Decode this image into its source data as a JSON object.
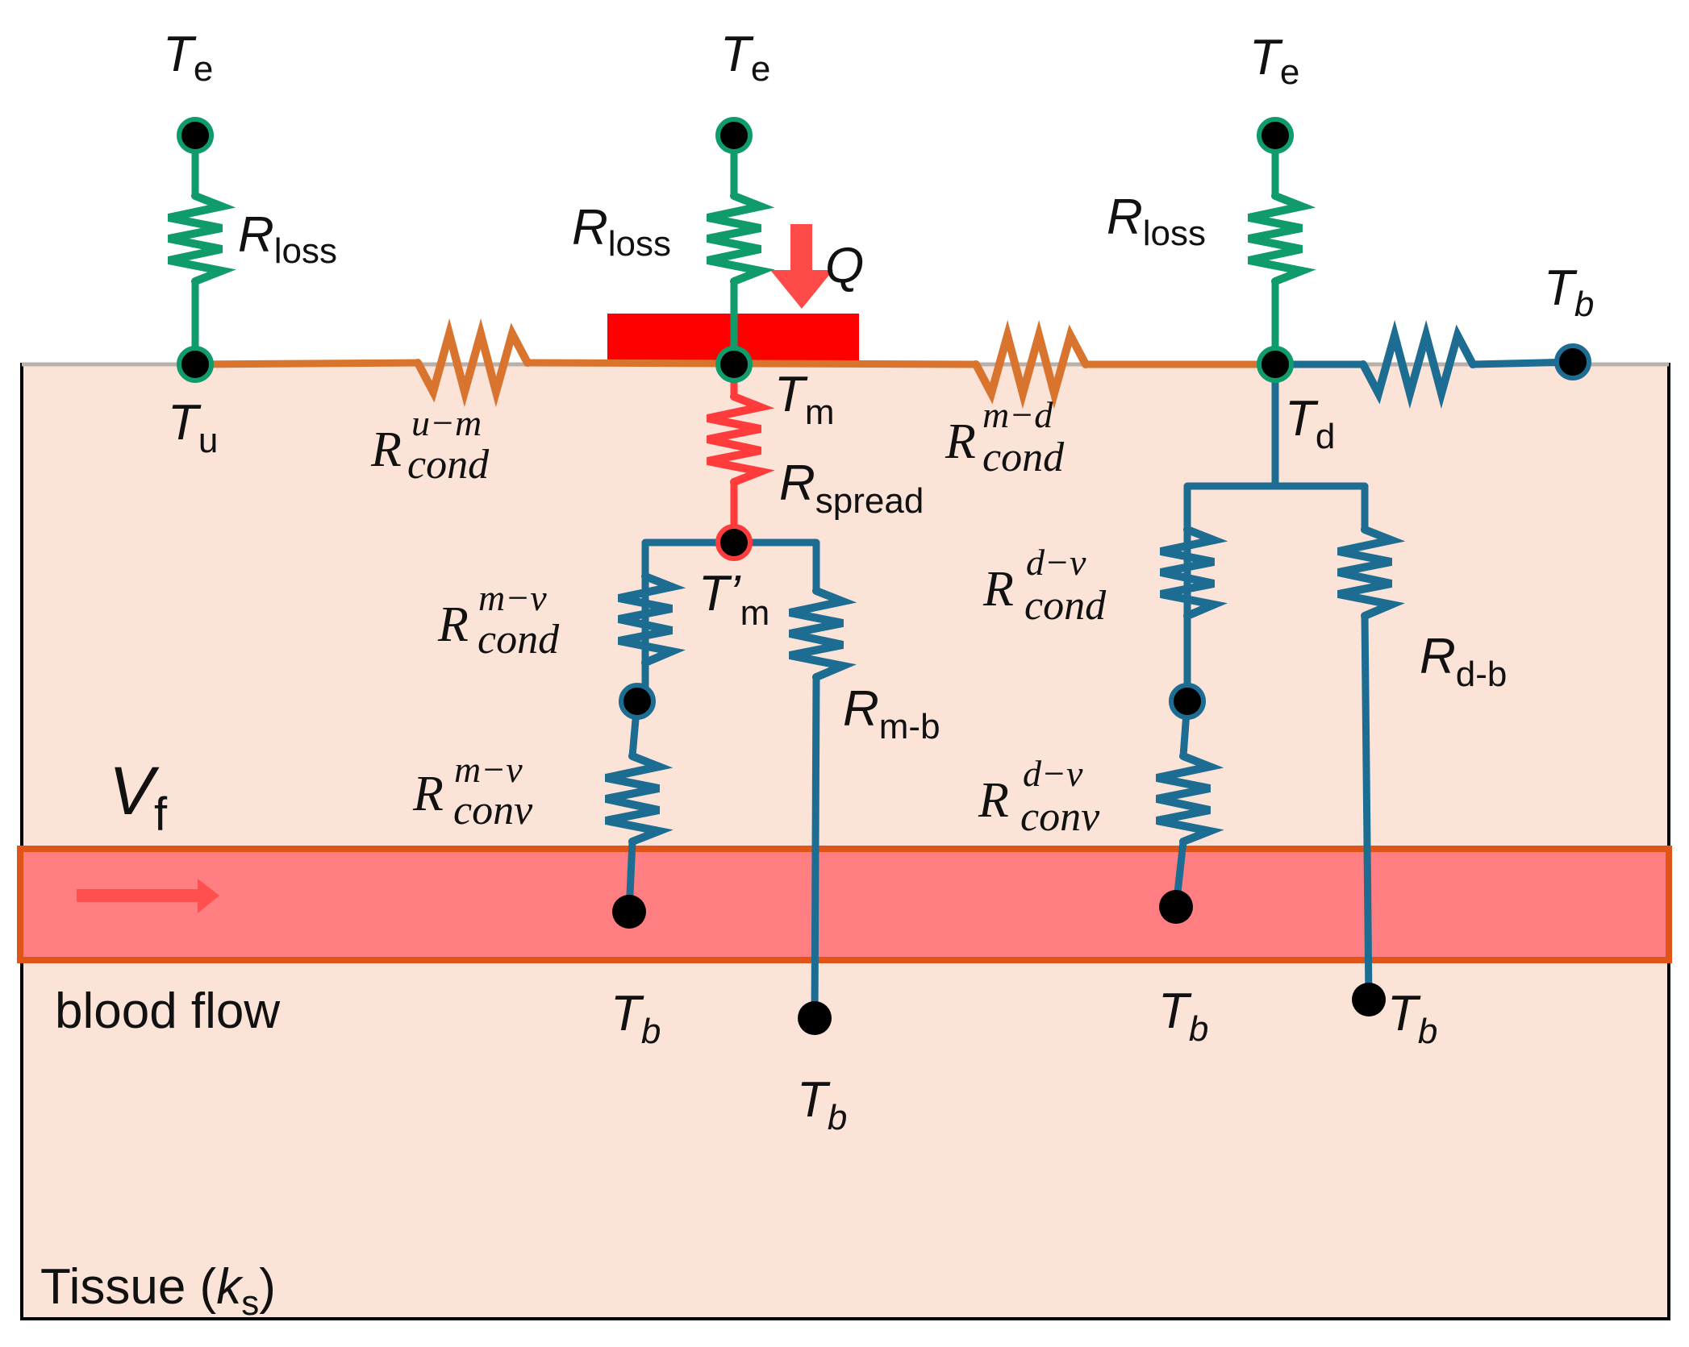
{
  "labels": {
    "te_left": {
      "main": "T",
      "sub": "e"
    },
    "te_mid": {
      "main": "T",
      "sub": "e"
    },
    "te_right": {
      "main": "T",
      "sub": "e"
    },
    "rloss_left": {
      "main": "R",
      "sub": "loss"
    },
    "rloss_mid": {
      "main": "R",
      "sub": "loss"
    },
    "rloss_right": {
      "main": "R",
      "sub": "loss"
    },
    "q": "Q",
    "tb_top_right": {
      "main": "T",
      "sub": "b"
    },
    "tu": {
      "main": "T",
      "sub": "u"
    },
    "tm": {
      "main": "T",
      "sub": "m"
    },
    "td": {
      "main": "T",
      "sub": "d"
    },
    "rcond_um": {
      "main": "R",
      "sup": "u−m",
      "sub": "cond"
    },
    "rcond_md": {
      "main": "R",
      "sup": "m−d",
      "sub": "cond"
    },
    "rspread": {
      "main": "R",
      "sub": "spread"
    },
    "tm_prime": {
      "main": "T’",
      "sub": "m"
    },
    "rcond_mv": {
      "main": "R",
      "sup": "m−v",
      "sub": "cond"
    },
    "rconv_mv": {
      "main": "R",
      "sup": "m−v",
      "sub": "conv"
    },
    "rmb": {
      "main": "R",
      "sub": "m-b"
    },
    "rcond_dv": {
      "main": "R",
      "sup": "d−v",
      "sub": "cond"
    },
    "rconv_dv": {
      "main": "R",
      "sup": "d−v",
      "sub": "conv"
    },
    "rdb": {
      "main": "R",
      "sub": "d-b"
    },
    "vf": {
      "main": "V",
      "sub": "f"
    },
    "blood_flow": "blood flow",
    "tb_vessel_left": {
      "main": "T",
      "sub": "b"
    },
    "tb_mb": {
      "main": "T",
      "sub": "b"
    },
    "tb_vessel_right": {
      "main": "T",
      "sub": "b"
    },
    "tb_db": {
      "main": "T",
      "sub": "b"
    },
    "tissue": {
      "text": "Tissue (",
      "k": "k",
      "sub": "s",
      "close": ")"
    }
  },
  "colors": {
    "tissue_fill": "#fce3d8",
    "vessel_fill": "#ff7e82",
    "vessel_border": "#e05418",
    "heater": "#ff0000",
    "green_wire": "#0f9b6a",
    "orange_wire": "#d9742f",
    "blue_wire": "#1d6d93",
    "red_wire": "#ff3b3b",
    "node_fill": "#000000"
  }
}
